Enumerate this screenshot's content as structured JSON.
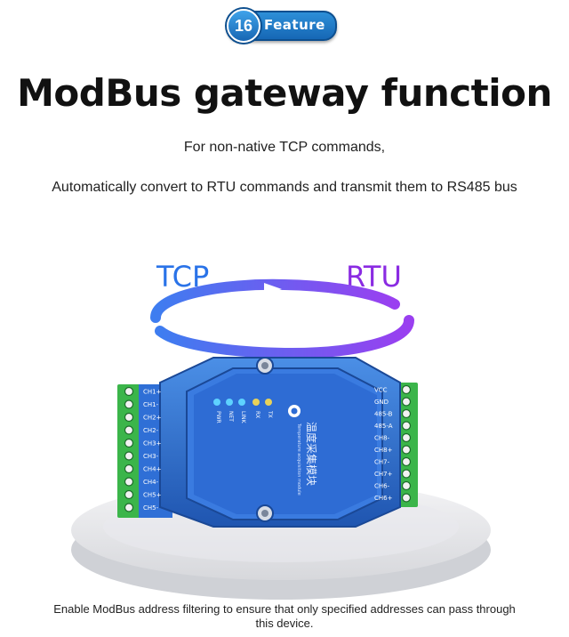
{
  "badge": {
    "number": "16",
    "label": "Feature"
  },
  "title": "ModBus gateway function",
  "subtitle_line1": "For non-native TCP commands,",
  "subtitle_line2": "Automatically convert to RTU commands and transmit them to RS485 bus",
  "protocols": {
    "left": "TCP",
    "right": "RTU"
  },
  "device": {
    "leds": [
      "PWR",
      "NET",
      "LINK",
      "RX",
      "TX"
    ],
    "left_terminals": [
      "CH1+",
      "CH1-",
      "CH2+",
      "CH2-",
      "CH3+",
      "CH3-",
      "CH4+",
      "CH4-",
      "CH5+",
      "CH5-"
    ],
    "right_terminals": [
      "VCC",
      "GND",
      "485-B",
      "485-A",
      "CH8-",
      "CH8+",
      "CH7-",
      "CH7+",
      "CH6-",
      "CH6+"
    ],
    "product_name": "温度采集模块",
    "product_subtitle": "Temperature acquisition module"
  },
  "colors": {
    "tcp": "#2a73e8",
    "rtu": "#8a2be2",
    "device_blue": "#2f6fd6",
    "terminal_green": "#3bb54a"
  },
  "caption": "Enable ModBus address filtering to ensure that only specified addresses can pass through this device."
}
